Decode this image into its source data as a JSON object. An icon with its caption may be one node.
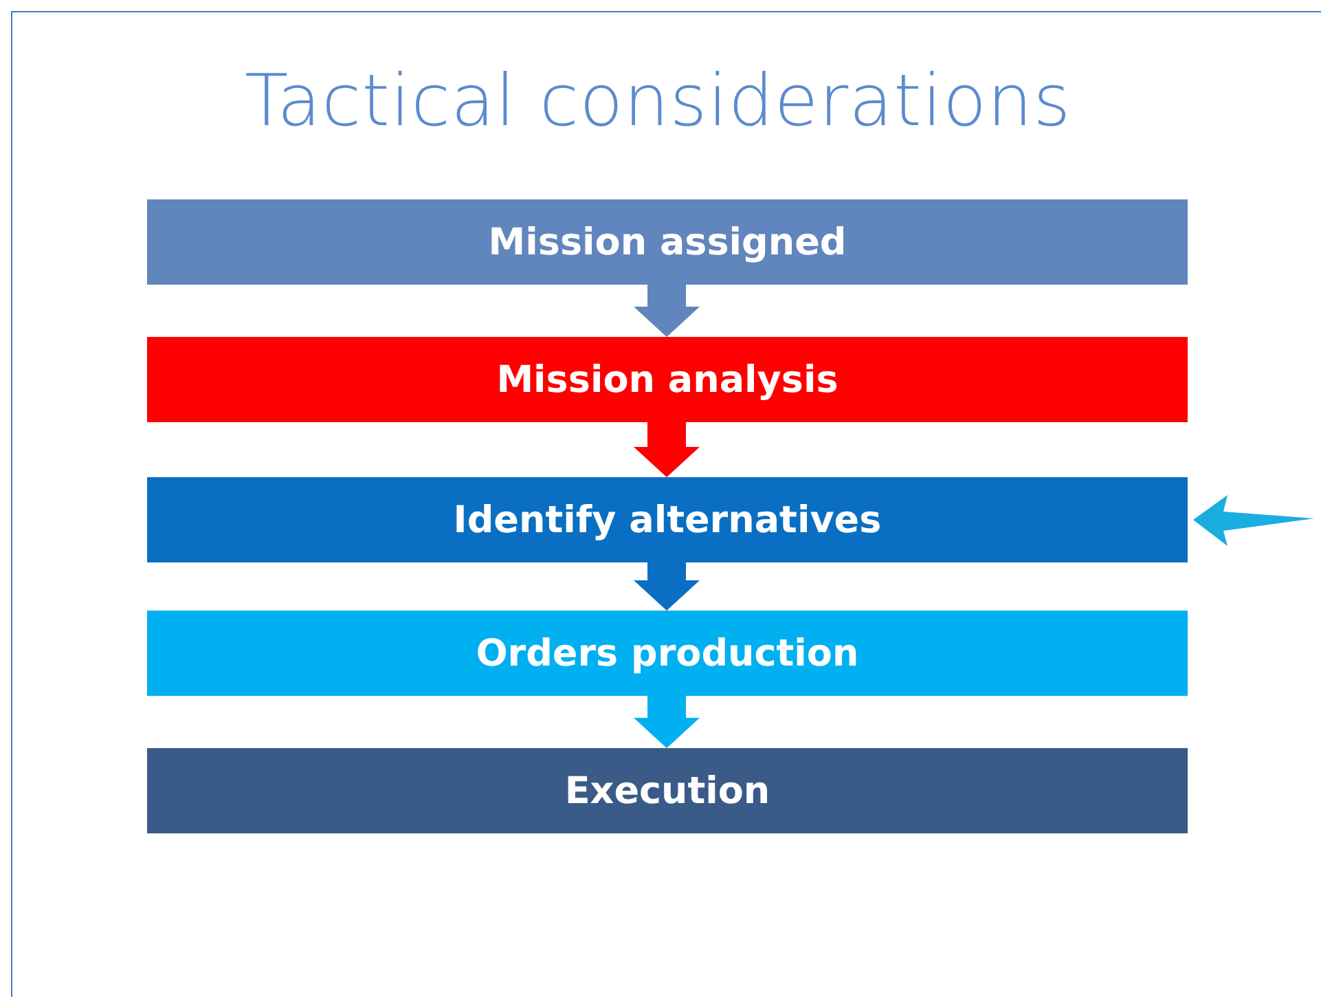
{
  "diagram": {
    "title": "Tactical considerations",
    "nodes": [
      {
        "text": [
          "Mission assigned"
        ]
      },
      {
        "text": [
          "Mission analysis"
        ]
      },
      {
        "text": [
          "Identify alternatives"
        ]
      },
      {
        "text": [
          "Orders production"
        ]
      },
      {
        "text": [
          "Execution"
        ]
      }
    ],
    "edges": [
      {
        "from": 0,
        "to": 1,
        "arrow": "to",
        "color": "#6185bd"
      },
      {
        "from": 1,
        "to": 2,
        "arrow": "to",
        "color": "#ff0000"
      },
      {
        "from": 2,
        "to": 3,
        "arrow": "to",
        "color": "#0a6fc2"
      },
      {
        "from": 3,
        "to": 4,
        "arrow": "to",
        "color": "#00b0f0"
      },
      {
        "from": null,
        "to": 2,
        "arrow": "to",
        "color": "#1aaee0"
      }
    ]
  }
}
